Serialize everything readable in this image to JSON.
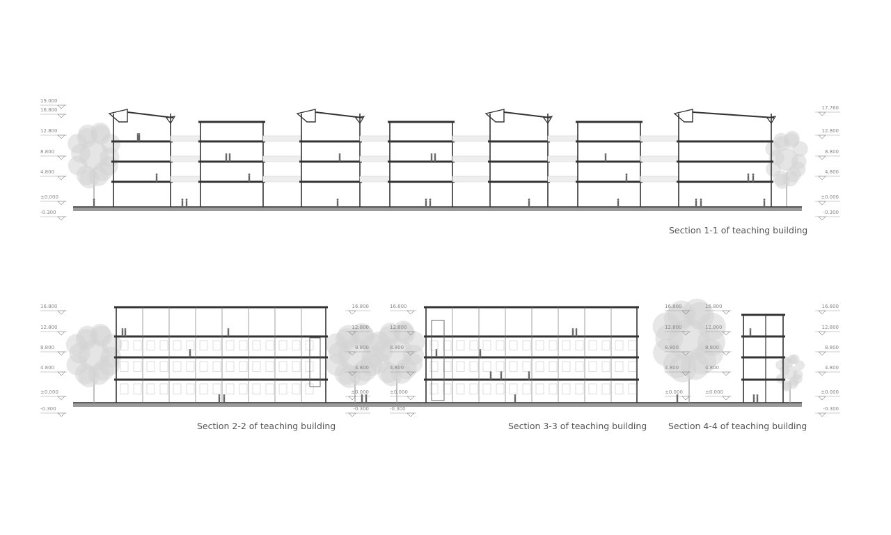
{
  "sections": [
    {
      "id": "1-1",
      "caption": "Section 1-1 of teaching building",
      "left_levels": [
        "19.000",
        "16.800",
        "12.800",
        "8.800",
        "4.800",
        "±0.000",
        "-0.300"
      ],
      "right_levels": [
        "17.760",
        "12.800",
        "8.800",
        "4.800",
        "±0.000",
        "-0.300"
      ]
    },
    {
      "id": "2-2",
      "caption": "Section 2-2 of teaching building",
      "left_levels": [
        "16.800",
        "12.800",
        "8.800",
        "4.800",
        "±0.000",
        "-0.300"
      ],
      "right_levels": [
        "16.800",
        "12.800",
        "8.800",
        "4.800",
        "±0.000",
        "-0.300"
      ]
    },
    {
      "id": "3-3",
      "caption": "Section 3-3 of teaching building",
      "left_levels": [
        "16.800",
        "12.800",
        "8.800",
        "4.800",
        "±0.000",
        "-0.300"
      ]
    },
    {
      "id": "4-4",
      "caption": "Section 4-4 of teaching building",
      "left_levels": [
        "16.800",
        "12.800",
        "8.800",
        "4.800",
        "±0.000"
      ],
      "mid_levels": [
        "16.800",
        "12.800",
        "8.800",
        "4.800",
        "±0.000"
      ],
      "right_levels": [
        "16.800",
        "12.800",
        "8.800",
        "4.800",
        "±0.000",
        "-0.300"
      ]
    }
  ],
  "colors": {
    "line": "#333333",
    "ground": "#9a9a9a",
    "tree": "#d4d4d4",
    "text": "#555555"
  }
}
